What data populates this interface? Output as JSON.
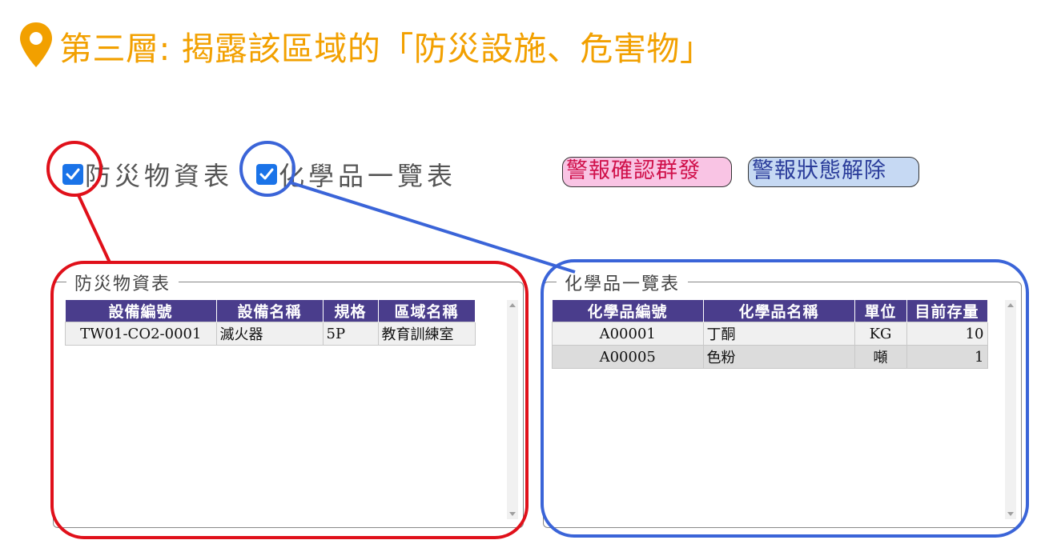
{
  "title": "第三層: 揭露該區域的「防災設施、危害物」",
  "checkboxes": {
    "disaster": {
      "label": "防災物資表",
      "checked": true
    },
    "chemical": {
      "label": "化學品一覽表",
      "checked": true
    }
  },
  "buttons": {
    "alarm_confirm": "警報確認群發",
    "alarm_clear": "警報狀態解除"
  },
  "disaster_panel": {
    "legend": "防災物資表",
    "headers": [
      "設備編號",
      "設備名稱",
      "規格",
      "區域名稱"
    ],
    "rows": [
      [
        "TW01-CO2-0001",
        "滅火器",
        "5P",
        "教育訓練室"
      ]
    ]
  },
  "chemical_panel": {
    "legend": "化學品一覽表",
    "headers": [
      "化學品編號",
      "化學品名稱",
      "單位",
      "目前存量"
    ],
    "rows": [
      [
        "A00001",
        "丁酮",
        "KG",
        "10"
      ],
      [
        "A00005",
        "色粉",
        "噸",
        "1"
      ]
    ]
  },
  "colors": {
    "title": "#f2a000",
    "checkbox": "#1a73e8",
    "header_bg": "#4a3d8c",
    "annotation_red": "#e0101a",
    "annotation_blue": "#3a64d8"
  }
}
